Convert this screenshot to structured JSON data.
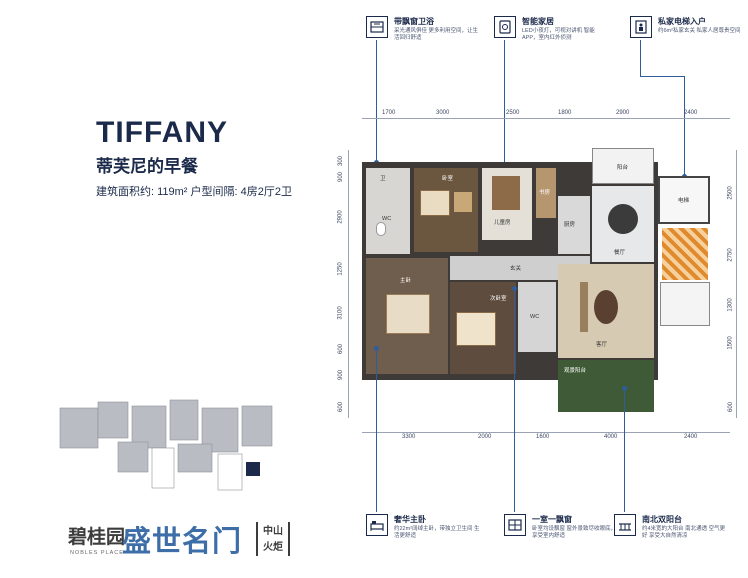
{
  "title": {
    "en": "TIFFANY",
    "cn": "蒂芙尼的早餐",
    "specs": "建筑面积约: 119m² 户型间隔: 4房2厅2卫"
  },
  "features_top": [
    {
      "icon": "bathroom-window-icon",
      "title": "带飘窗卫浴",
      "desc": "采光通风俱佳 更多利用空间，让生活回归舒适"
    },
    {
      "icon": "smart-home-icon",
      "title": "智能家居",
      "desc": "LED小夜灯，可视对讲机 智能APP，室内红外侦测"
    },
    {
      "icon": "elevator-icon",
      "title": "私家电梯入户",
      "desc": "约6m²私家玄关 私家人居尊贵空间"
    }
  ],
  "features_bottom": [
    {
      "icon": "master-bedroom-icon",
      "title": "奢华主卧",
      "desc": "约22m²阔绰主卧，带独立卫生间 生活更舒适"
    },
    {
      "icon": "study-icon",
      "title": "一室一飘窗",
      "desc": "卧室均设飘窗 窗外景致尽收眼底，享受室内舒适"
    },
    {
      "icon": "balcony-icon",
      "title": "南北双阳台",
      "desc": "约4米宽的大阳台 南北通透 空气更好 享受大自然清凉"
    }
  ],
  "dims": {
    "top": [
      "1700",
      "3000",
      "2500",
      "1800",
      "2900",
      "2400"
    ],
    "bottom": [
      "3300",
      "2000",
      "1600",
      "4000",
      "2400"
    ],
    "left": [
      "300",
      "900",
      "2900",
      "1250",
      "3100",
      "600",
      "900",
      "600"
    ],
    "right": [
      "2500",
      "2750",
      "1300",
      "1500",
      "600"
    ]
  },
  "rooms": {
    "bathroom1": "卫",
    "wc": "WC",
    "bedroom1": "卧室",
    "bedroom2": "儿童房",
    "study": "书房",
    "kitchen": "厨房",
    "dining": "餐厅",
    "balcony_n": "阳台",
    "elevator": "电梯",
    "foyer": "玄关",
    "master": "主卧",
    "bedroom3": "次卧室",
    "wc2": "WC",
    "living": "客厅",
    "balcony_s": "观景阳台"
  },
  "brand": {
    "name": "碧桂园",
    "name_en": "NOBLES PLACE",
    "slogan": "盛世名门",
    "location_line1": "中山",
    "location_line2": "火炬"
  },
  "colors": {
    "navy": "#1b2a4a",
    "accent": "#3e6ea8",
    "leader": "#2f5d9c"
  }
}
